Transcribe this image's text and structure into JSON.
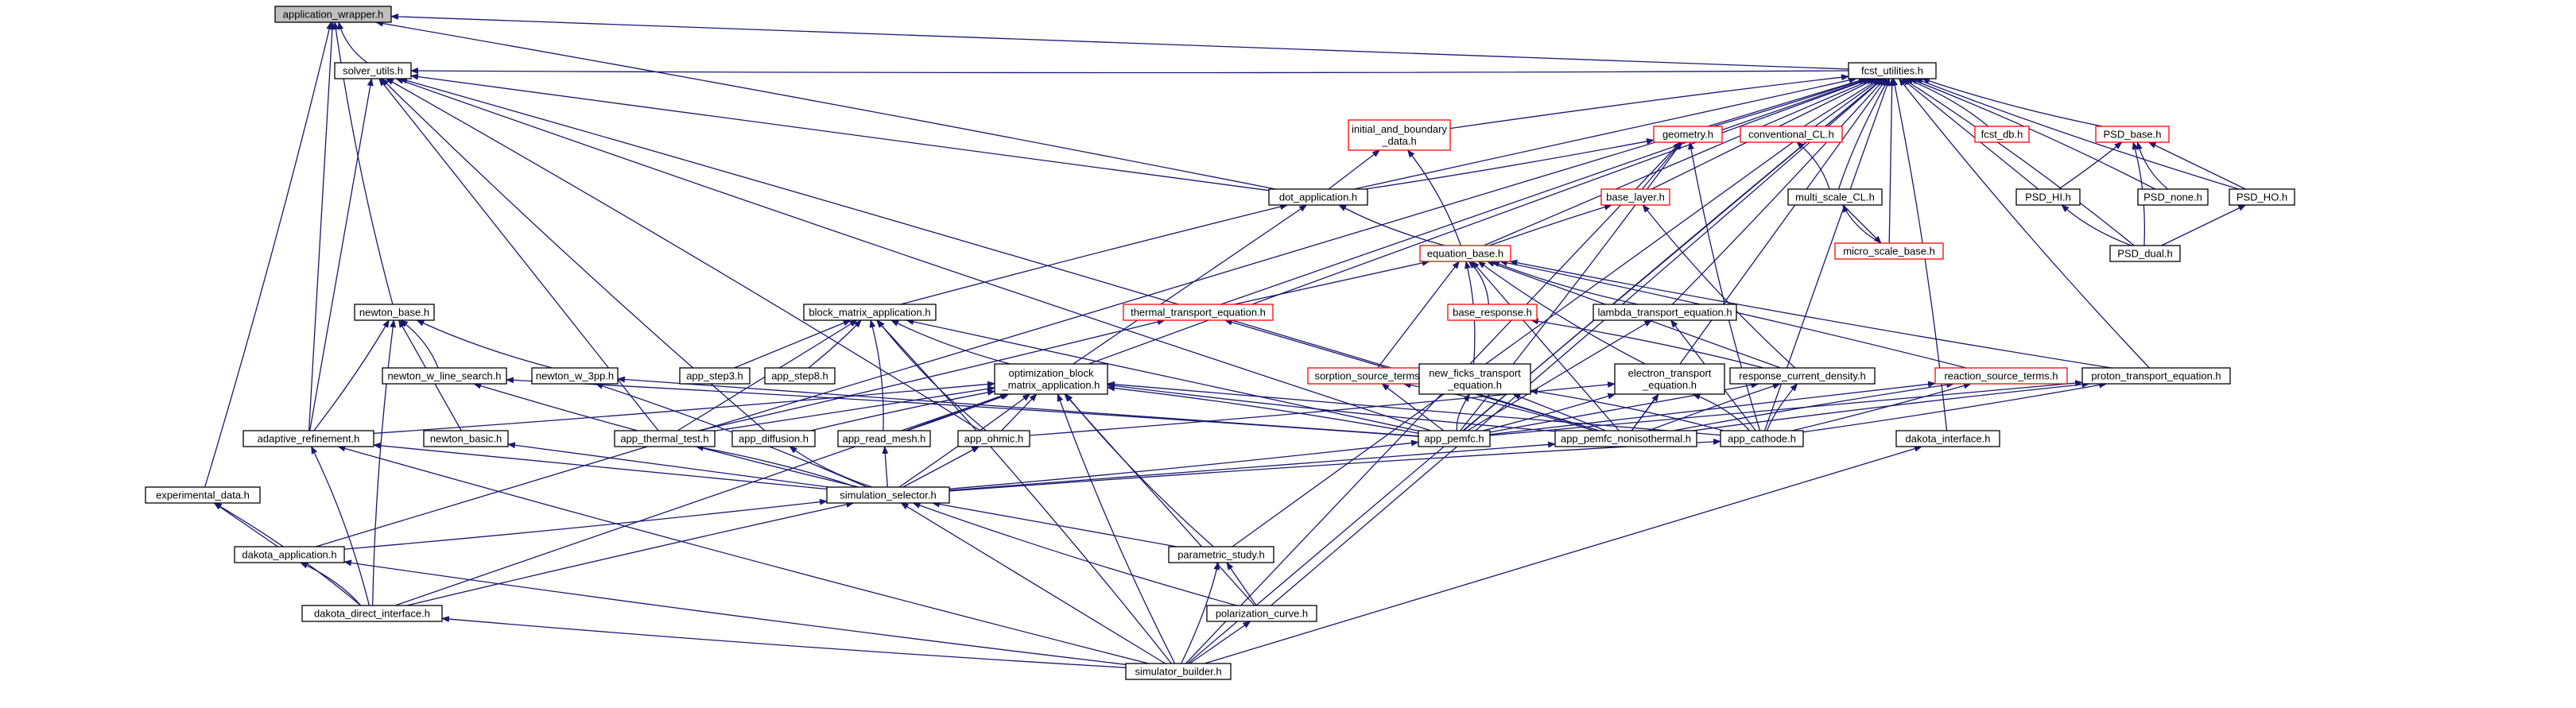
{
  "graph": {
    "title": "",
    "colors": {
      "edge": "#191970",
      "normal_border": "#000000",
      "incomplete_border": "#ff0000",
      "root_fill": "#bfbfbf",
      "node_fill": "#ffffff"
    },
    "nodes": [
      {
        "id": "application_wrapper",
        "label": [
          "application_wrapper.h"
        ],
        "style": "root"
      },
      {
        "id": "solver_utils",
        "label": [
          "solver_utils.h"
        ],
        "style": "normal"
      },
      {
        "id": "fcst_utilities",
        "label": [
          "fcst_utilities.h"
        ],
        "style": "normal"
      },
      {
        "id": "initial_boundary",
        "label": [
          "initial_and_boundary",
          "_data.h"
        ],
        "style": "incomplete"
      },
      {
        "id": "geometry",
        "label": [
          "geometry.h"
        ],
        "style": "incomplete"
      },
      {
        "id": "conventional_CL",
        "label": [
          "conventional_CL.h"
        ],
        "style": "incomplete"
      },
      {
        "id": "fcst_db",
        "label": [
          "fcst_db.h"
        ],
        "style": "incomplete"
      },
      {
        "id": "PSD_base",
        "label": [
          "PSD_base.h"
        ],
        "style": "incomplete"
      },
      {
        "id": "dot_application",
        "label": [
          "dot_application.h"
        ],
        "style": "normal"
      },
      {
        "id": "base_layer",
        "label": [
          "base_layer.h"
        ],
        "style": "incomplete"
      },
      {
        "id": "multi_scale_CL",
        "label": [
          "multi_scale_CL.h"
        ],
        "style": "normal"
      },
      {
        "id": "PSD_HI",
        "label": [
          "PSD_HI.h"
        ],
        "style": "normal"
      },
      {
        "id": "PSD_none",
        "label": [
          "PSD_none.h"
        ],
        "style": "normal"
      },
      {
        "id": "PSD_HO",
        "label": [
          "PSD_HO.h"
        ],
        "style": "normal"
      },
      {
        "id": "micro_scale_base",
        "label": [
          "micro_scale_base.h"
        ],
        "style": "incomplete"
      },
      {
        "id": "PSD_dual",
        "label": [
          "PSD_dual.h"
        ],
        "style": "normal"
      },
      {
        "id": "equation_base",
        "label": [
          "equation_base.h"
        ],
        "style": "incomplete"
      },
      {
        "id": "newton_base",
        "label": [
          "newton_base.h"
        ],
        "style": "normal"
      },
      {
        "id": "block_matrix_application",
        "label": [
          "block_matrix_application.h"
        ],
        "style": "normal"
      },
      {
        "id": "thermal_transport_equation",
        "label": [
          "thermal_transport_equation.h"
        ],
        "style": "incomplete"
      },
      {
        "id": "base_response",
        "label": [
          "base_response.h"
        ],
        "style": "incomplete"
      },
      {
        "id": "lambda_transport_equation",
        "label": [
          "lambda_transport_equation.h"
        ],
        "style": "normal"
      },
      {
        "id": "newton_w_line_search",
        "label": [
          "newton_w_line_search.h"
        ],
        "style": "normal"
      },
      {
        "id": "newton_w_3pp",
        "label": [
          "newton_w_3pp.h"
        ],
        "style": "normal"
      },
      {
        "id": "app_step3",
        "label": [
          "app_step3.h"
        ],
        "style": "normal"
      },
      {
        "id": "app_step8",
        "label": [
          "app_step8.h"
        ],
        "style": "normal"
      },
      {
        "id": "optimization_block",
        "label": [
          "optimization_block",
          "_matrix_application.h"
        ],
        "style": "normal"
      },
      {
        "id": "sorption_source_terms",
        "label": [
          "sorption_source_terms.h"
        ],
        "style": "incomplete"
      },
      {
        "id": "new_ficks",
        "label": [
          "new_ficks_transport",
          "_equation.h"
        ],
        "style": "normal"
      },
      {
        "id": "electron_transport",
        "label": [
          "electron_transport",
          "_equation.h"
        ],
        "style": "normal"
      },
      {
        "id": "response_current_density",
        "label": [
          "response_current_density.h"
        ],
        "style": "normal"
      },
      {
        "id": "reaction_source_terms",
        "label": [
          "reaction_source_terms.h"
        ],
        "style": "incomplete"
      },
      {
        "id": "proton_transport_equation",
        "label": [
          "proton_transport_equation.h"
        ],
        "style": "normal"
      },
      {
        "id": "adaptive_refinement",
        "label": [
          "adaptive_refinement.h"
        ],
        "style": "normal"
      },
      {
        "id": "newton_basic",
        "label": [
          "newton_basic.h"
        ],
        "style": "normal"
      },
      {
        "id": "app_thermal_test",
        "label": [
          "app_thermal_test.h"
        ],
        "style": "normal"
      },
      {
        "id": "app_diffusion",
        "label": [
          "app_diffusion.h"
        ],
        "style": "normal"
      },
      {
        "id": "app_read_mesh",
        "label": [
          "app_read_mesh.h"
        ],
        "style": "normal"
      },
      {
        "id": "app_ohmic",
        "label": [
          "app_ohmic.h"
        ],
        "style": "normal"
      },
      {
        "id": "app_pemfc",
        "label": [
          "app_pemfc.h"
        ],
        "style": "normal"
      },
      {
        "id": "app_pemfc_nonisothermal",
        "label": [
          "app_pemfc_nonisothermal.h"
        ],
        "style": "normal"
      },
      {
        "id": "app_cathode",
        "label": [
          "app_cathode.h"
        ],
        "style": "normal"
      },
      {
        "id": "dakota_interface",
        "label": [
          "dakota_interface.h"
        ],
        "style": "normal"
      },
      {
        "id": "experimental_data",
        "label": [
          "experimental_data.h"
        ],
        "style": "normal"
      },
      {
        "id": "simulation_selector",
        "label": [
          "simulation_selector.h"
        ],
        "style": "normal"
      },
      {
        "id": "dakota_application",
        "label": [
          "dakota_application.h"
        ],
        "style": "normal"
      },
      {
        "id": "parametric_study",
        "label": [
          "parametric_study.h"
        ],
        "style": "normal"
      },
      {
        "id": "dakota_direct_interface",
        "label": [
          "dakota_direct_interface.h"
        ],
        "style": "normal"
      },
      {
        "id": "polarization_curve",
        "label": [
          "polarization_curve.h"
        ],
        "style": "normal"
      },
      {
        "id": "simulator_builder",
        "label": [
          "simulator_builder.h"
        ],
        "style": "normal"
      }
    ],
    "edges": [
      [
        "solver_utils",
        "application_wrapper"
      ],
      [
        "fcst_utilities",
        "application_wrapper"
      ],
      [
        "dot_application",
        "application_wrapper"
      ],
      [
        "newton_base",
        "application_wrapper"
      ],
      [
        "adaptive_refinement",
        "application_wrapper"
      ],
      [
        "experimental_data",
        "application_wrapper"
      ],
      [
        "fcst_utilities",
        "solver_utils"
      ],
      [
        "dot_application",
        "solver_utils"
      ],
      [
        "app_ohmic",
        "solver_utils"
      ],
      [
        "app_pemfc",
        "solver_utils"
      ],
      [
        "app_thermal_test",
        "solver_utils"
      ],
      [
        "app_pemfc_nonisothermal",
        "solver_utils"
      ],
      [
        "app_diffusion",
        "solver_utils"
      ],
      [
        "adaptive_refinement",
        "solver_utils"
      ],
      [
        "initial_boundary",
        "fcst_utilities"
      ],
      [
        "geometry",
        "fcst_utilities"
      ],
      [
        "conventional_CL",
        "fcst_utilities"
      ],
      [
        "fcst_db",
        "fcst_utilities"
      ],
      [
        "PSD_base",
        "fcst_utilities"
      ],
      [
        "dot_application",
        "fcst_utilities"
      ],
      [
        "base_layer",
        "fcst_utilities"
      ],
      [
        "multi_scale_CL",
        "fcst_utilities"
      ],
      [
        "PSD_HI",
        "fcst_utilities"
      ],
      [
        "PSD_none",
        "fcst_utilities"
      ],
      [
        "PSD_HO",
        "fcst_utilities"
      ],
      [
        "micro_scale_base",
        "fcst_utilities"
      ],
      [
        "PSD_dual",
        "fcst_utilities"
      ],
      [
        "equation_base",
        "fcst_utilities"
      ],
      [
        "thermal_transport_equation",
        "fcst_utilities"
      ],
      [
        "lambda_transport_equation",
        "fcst_utilities"
      ],
      [
        "proton_transport_equation",
        "fcst_utilities"
      ],
      [
        "app_cathode",
        "fcst_utilities"
      ],
      [
        "dakota_interface",
        "fcst_utilities"
      ],
      [
        "simulator_builder",
        "fcst_utilities"
      ],
      [
        "dakota_application",
        "fcst_utilities"
      ],
      [
        "app_read_mesh",
        "fcst_utilities"
      ],
      [
        "app_pemfc",
        "fcst_utilities"
      ],
      [
        "app_pemfc_nonisothermal",
        "fcst_utilities"
      ],
      [
        "polarization_curve",
        "fcst_utilities"
      ],
      [
        "parametric_study",
        "fcst_utilities"
      ],
      [
        "dot_application",
        "initial_boundary"
      ],
      [
        "equation_base",
        "initial_boundary"
      ],
      [
        "dot_application",
        "geometry"
      ],
      [
        "base_layer",
        "geometry"
      ],
      [
        "app_pemfc",
        "geometry"
      ],
      [
        "app_cathode",
        "geometry"
      ],
      [
        "simulator_builder",
        "geometry"
      ],
      [
        "multi_scale_CL",
        "conventional_CL"
      ],
      [
        "micro_scale_base",
        "multi_scale_CL"
      ],
      [
        "multi_scale_CL",
        "micro_scale_base"
      ],
      [
        "PSD_HI",
        "PSD_base"
      ],
      [
        "PSD_none",
        "PSD_base"
      ],
      [
        "PSD_HO",
        "PSD_base"
      ],
      [
        "PSD_dual",
        "PSD_base"
      ],
      [
        "PSD_dual",
        "PSD_HI"
      ],
      [
        "PSD_dual",
        "PSD_HO"
      ],
      [
        "block_matrix_application",
        "dot_application"
      ],
      [
        "equation_base",
        "dot_application"
      ],
      [
        "optimization_block",
        "dot_application"
      ],
      [
        "equation_base",
        "base_layer"
      ],
      [
        "response_current_density",
        "base_layer"
      ],
      [
        "thermal_transport_equation",
        "equation_base"
      ],
      [
        "base_response",
        "equation_base"
      ],
      [
        "lambda_transport_equation",
        "equation_base"
      ],
      [
        "sorption_source_terms",
        "equation_base"
      ],
      [
        "new_ficks",
        "equation_base"
      ],
      [
        "electron_transport",
        "equation_base"
      ],
      [
        "response_current_density",
        "equation_base"
      ],
      [
        "reaction_source_terms",
        "equation_base"
      ],
      [
        "proton_transport_equation",
        "equation_base"
      ],
      [
        "app_pemfc_nonisothermal",
        "equation_base"
      ],
      [
        "newton_w_line_search",
        "newton_base"
      ],
      [
        "newton_w_3pp",
        "newton_base"
      ],
      [
        "newton_basic",
        "newton_base"
      ],
      [
        "adaptive_refinement",
        "newton_base"
      ],
      [
        "dakota_direct_interface",
        "newton_base"
      ],
      [
        "app_step3",
        "block_matrix_application"
      ],
      [
        "app_step8",
        "block_matrix_application"
      ],
      [
        "optimization_block",
        "block_matrix_application"
      ],
      [
        "app_thermal_test",
        "block_matrix_application"
      ],
      [
        "app_read_mesh",
        "block_matrix_application"
      ],
      [
        "app_ohmic",
        "block_matrix_application"
      ],
      [
        "app_pemfc",
        "block_matrix_application"
      ],
      [
        "simulator_builder",
        "block_matrix_application"
      ],
      [
        "app_thermal_test",
        "thermal_transport_equation"
      ],
      [
        "app_pemfc_nonisothermal",
        "thermal_transport_equation"
      ],
      [
        "response_current_density",
        "base_response"
      ],
      [
        "app_pemfc",
        "lambda_transport_equation"
      ],
      [
        "app_cathode",
        "lambda_transport_equation"
      ],
      [
        "app_pemfc",
        "newton_w_line_search"
      ],
      [
        "simulation_selector",
        "newton_w_line_search"
      ],
      [
        "app_pemfc",
        "newton_w_3pp"
      ],
      [
        "simulation_selector",
        "newton_w_3pp"
      ],
      [
        "adaptive_refinement",
        "optimization_block"
      ],
      [
        "app_thermal_test",
        "optimization_block"
      ],
      [
        "app_diffusion",
        "optimization_block"
      ],
      [
        "app_read_mesh",
        "optimization_block"
      ],
      [
        "app_ohmic",
        "optimization_block"
      ],
      [
        "app_pemfc",
        "optimization_block"
      ],
      [
        "app_pemfc_nonisothermal",
        "optimization_block"
      ],
      [
        "app_cathode",
        "optimization_block"
      ],
      [
        "simulation_selector",
        "optimization_block"
      ],
      [
        "parametric_study",
        "optimization_block"
      ],
      [
        "polarization_curve",
        "optimization_block"
      ],
      [
        "dakota_direct_interface",
        "optimization_block"
      ],
      [
        "simulator_builder",
        "optimization_block"
      ],
      [
        "app_pemfc",
        "sorption_source_terms"
      ],
      [
        "app_pemfc_nonisothermal",
        "sorption_source_terms"
      ],
      [
        "app_pemfc",
        "new_ficks"
      ],
      [
        "app_pemfc_nonisothermal",
        "new_ficks"
      ],
      [
        "app_cathode",
        "new_ficks"
      ],
      [
        "app_pemfc",
        "electron_transport"
      ],
      [
        "app_pemfc_nonisothermal",
        "electron_transport"
      ],
      [
        "app_cathode",
        "electron_transport"
      ],
      [
        "app_ohmic",
        "electron_transport"
      ],
      [
        "app_pemfc",
        "response_current_density"
      ],
      [
        "app_pemfc_nonisothermal",
        "response_current_density"
      ],
      [
        "app_cathode",
        "response_current_density"
      ],
      [
        "app_pemfc",
        "reaction_source_terms"
      ],
      [
        "app_pemfc_nonisothermal",
        "reaction_source_terms"
      ],
      [
        "app_cathode",
        "reaction_source_terms"
      ],
      [
        "app_pemfc",
        "proton_transport_equation"
      ],
      [
        "app_pemfc_nonisothermal",
        "proton_transport_equation"
      ],
      [
        "app_cathode",
        "proton_transport_equation"
      ],
      [
        "simulation_selector",
        "adaptive_refinement"
      ],
      [
        "dakota_direct_interface",
        "adaptive_refinement"
      ],
      [
        "simulator_builder",
        "adaptive_refinement"
      ],
      [
        "simulation_selector",
        "newton_basic"
      ],
      [
        "simulation_selector",
        "app_thermal_test"
      ],
      [
        "simulation_selector",
        "app_diffusion"
      ],
      [
        "simulation_selector",
        "app_read_mesh"
      ],
      [
        "simulation_selector",
        "app_ohmic"
      ],
      [
        "simulation_selector",
        "app_pemfc"
      ],
      [
        "simulation_selector",
        "app_pemfc_nonisothermal"
      ],
      [
        "simulation_selector",
        "app_cathode"
      ],
      [
        "simulator_builder",
        "dakota_interface"
      ],
      [
        "dakota_application",
        "experimental_data"
      ],
      [
        "dakota_direct_interface",
        "experimental_data"
      ],
      [
        "dakota_application",
        "simulation_selector"
      ],
      [
        "parametric_study",
        "simulation_selector"
      ],
      [
        "dakota_direct_interface",
        "simulation_selector"
      ],
      [
        "polarization_curve",
        "simulation_selector"
      ],
      [
        "simulator_builder",
        "simulation_selector"
      ],
      [
        "dakota_direct_interface",
        "dakota_application"
      ],
      [
        "simulator_builder",
        "dakota_application"
      ],
      [
        "polarization_curve",
        "parametric_study"
      ],
      [
        "simulator_builder",
        "parametric_study"
      ],
      [
        "simulator_builder",
        "dakota_direct_interface"
      ],
      [
        "simulator_builder",
        "polarization_curve"
      ]
    ]
  }
}
